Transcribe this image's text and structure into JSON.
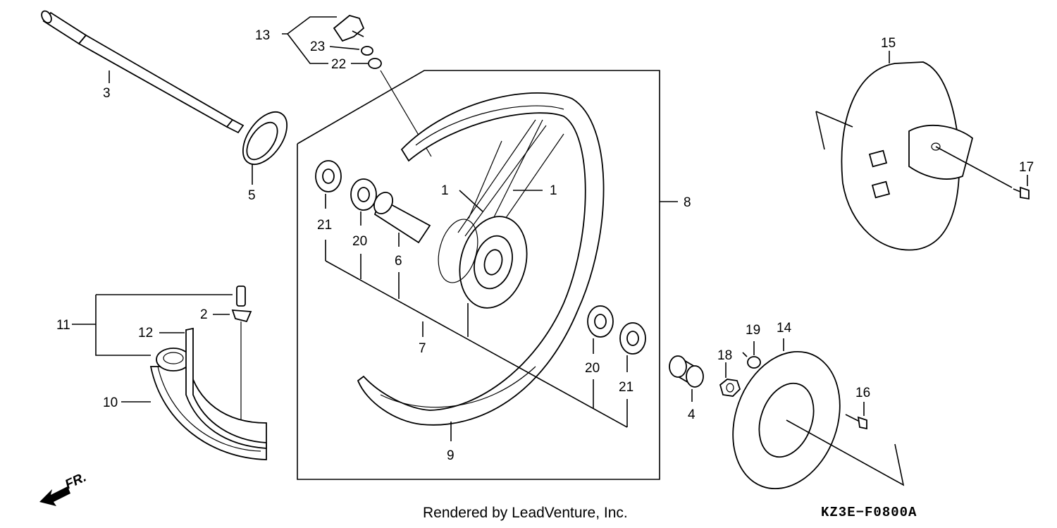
{
  "diagram": {
    "callouts": {
      "c1a": "1",
      "c1b": "1",
      "c2": "2",
      "c3": "3",
      "c4": "4",
      "c5": "5",
      "c6": "6",
      "c7": "7",
      "c8": "8",
      "c9": "9",
      "c10": "10",
      "c11": "11",
      "c12": "12",
      "c13": "13",
      "c14": "14",
      "c15": "15",
      "c16": "16",
      "c17": "17",
      "c18": "18",
      "c19": "19",
      "c20a": "20",
      "c20b": "20",
      "c21a": "21",
      "c21b": "21",
      "c22": "22",
      "c23": "23"
    },
    "direction_label": "FR.",
    "credit": "Rendered by LeadVenture, Inc.",
    "diagram_code": "KZ3E−F0800A"
  }
}
